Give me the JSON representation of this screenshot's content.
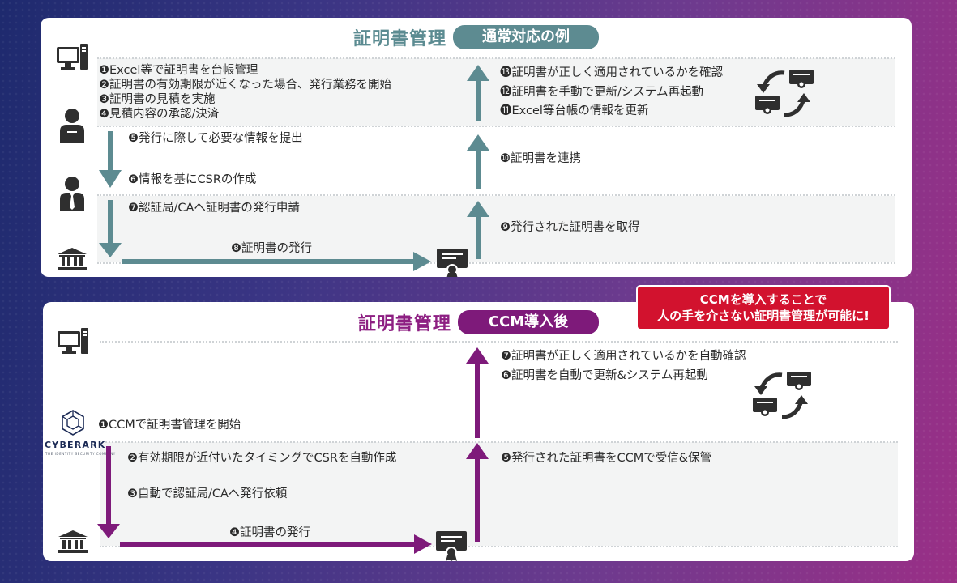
{
  "colors": {
    "teal": "#5d8b91",
    "purple": "#7e1a7a",
    "cta_red": "#d2122e"
  },
  "top": {
    "title": "証明書管理",
    "pill": "通常対応の例",
    "steps": [
      "❶Excel等で証明書を台帳管理",
      "❷証明書の有効期限が近くなった場合、発行業務を開始",
      "❸証明書の見積を実施",
      "❹見積内容の承認/決済",
      "❺発行に際して必要な情報を提出",
      "❻情報を基にCSRの作成",
      "❼認証局/CAへ証明書の発行申請",
      "❽証明書の発行",
      "❾発行された証明書を取得",
      "❿証明書を連携",
      "⓫Excel等台帳の情報を更新",
      "⓬証明書を手動で更新/システム再起動",
      "⓭証明書が正しく適用されているかを確認"
    ]
  },
  "bottom": {
    "title": "証明書管理",
    "pill": "CCM導入後",
    "steps": [
      "❶CCMで証明書管理を開始",
      "❷有効期限が近付いたタイミングでCSRを自動作成",
      "❸自動で認証局/CAへ発行依頼",
      "❹証明書の発行",
      "❺発行された証明書をCCMで受信&保管",
      "❻証明書を自動で更新&システム再起動",
      "❼証明書が正しく適用されているかを自動確認"
    ],
    "logo": {
      "name": "CYBERARK",
      "tagline": "THE IDENTITY SECURITY COMPANY"
    }
  },
  "callout": {
    "line1": "CCMを導入することで",
    "line2": "人の手を介さない証明書管理が可能に!"
  },
  "icons": [
    "computer-icon",
    "person-icon",
    "person-tie-icon",
    "bank-icon",
    "certificate-icon",
    "cycle-certificate-icon",
    "cyberark-logo-icon"
  ]
}
